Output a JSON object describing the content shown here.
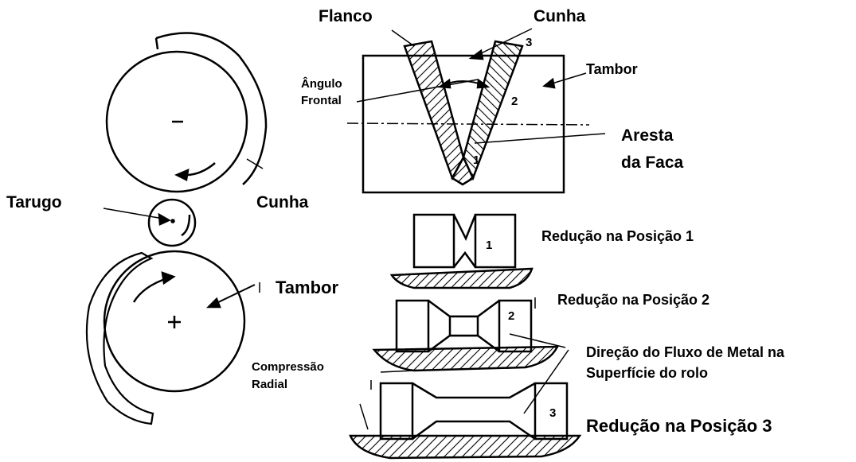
{
  "labels": {
    "flanco": "Flanco",
    "cunha_top": "Cunha",
    "pos3_marker": "3",
    "tambor_top": "Tambor",
    "angulo_line1": "Ângulo",
    "angulo_line2": "Frontal",
    "pos2_marker": "2",
    "aresta_line1": "Aresta",
    "aresta_line2": "da Faca",
    "pos1_marker": "1",
    "tarugo": "Tarugo",
    "cunha_left": "Cunha",
    "tambor_left": "Tambor",
    "compressao_line1": "Compressão",
    "compressao_line2": "Radial",
    "reducao_1": "Redução na Posição 1",
    "reducao_2": "Redução na Posição 2",
    "reducao_3": "Redução na Posição 3",
    "direcao_line1": "Direção do Fluxo de Metal na",
    "direcao_line2": "Superfície do rolo",
    "stage1_number": "1",
    "stage2_number": "2",
    "stage3_number": "3"
  },
  "colors": {
    "ink": "#000000",
    "background": "#ffffff"
  }
}
